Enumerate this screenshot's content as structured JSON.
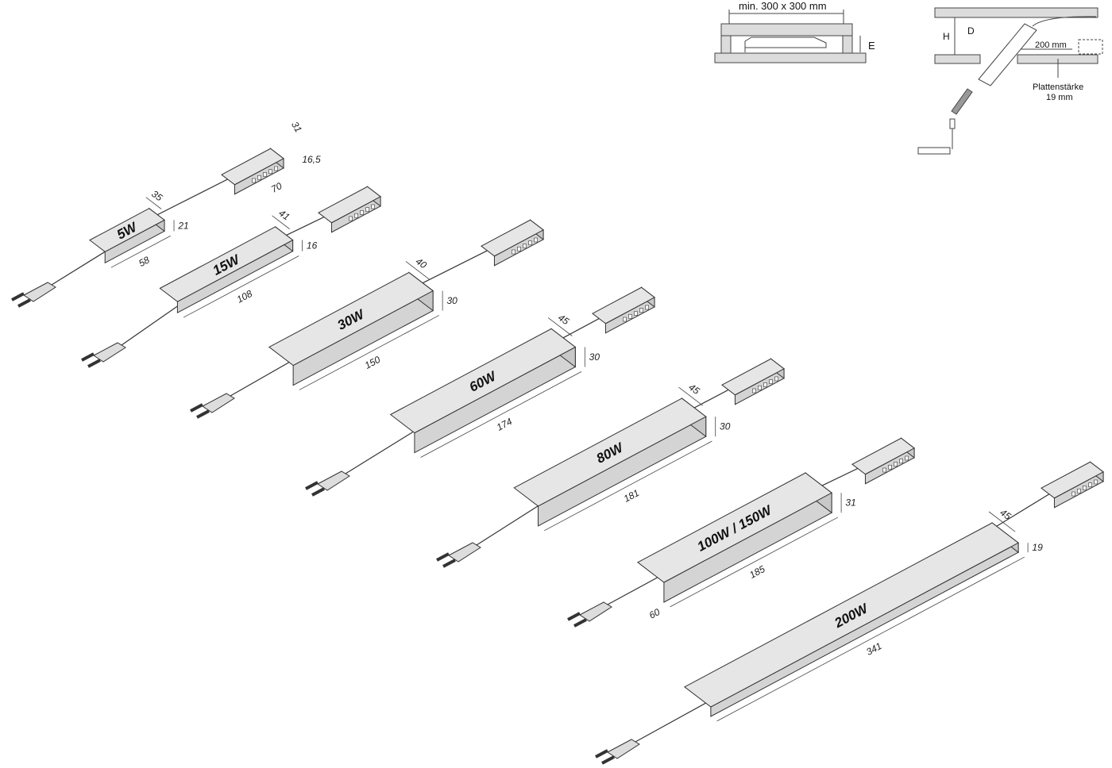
{
  "mounting_diagrams": {
    "clearance_label": "min. 300 x 300 mm",
    "height_label": "E",
    "H_label": "H",
    "D_label": "D",
    "distance_label": "200 mm",
    "board_label_line1": "Plattenstärke",
    "board_label_line2": "19 mm"
  },
  "distributor": {
    "width": "31",
    "height": "16,5",
    "length": "70"
  },
  "drivers": [
    {
      "label": "5W",
      "width": "35",
      "height": "21",
      "length": "58"
    },
    {
      "label": "15W",
      "width": "41",
      "height": "16",
      "length": "108"
    },
    {
      "label": "30W",
      "width": "40",
      "height": "30",
      "length": "150"
    },
    {
      "label": "60W",
      "width": "45",
      "height": "30",
      "length": "174"
    },
    {
      "label": "80W",
      "width": "45",
      "height": "30",
      "length": "181"
    },
    {
      "label": "100W / 150W",
      "side": "60",
      "height": "31",
      "length": "185"
    },
    {
      "label": "200W",
      "width": "45",
      "height": "19",
      "length": "341"
    }
  ],
  "colors": {
    "body": "#e6e6e6",
    "outline": "#333333",
    "board": "#dcdcdc"
  }
}
